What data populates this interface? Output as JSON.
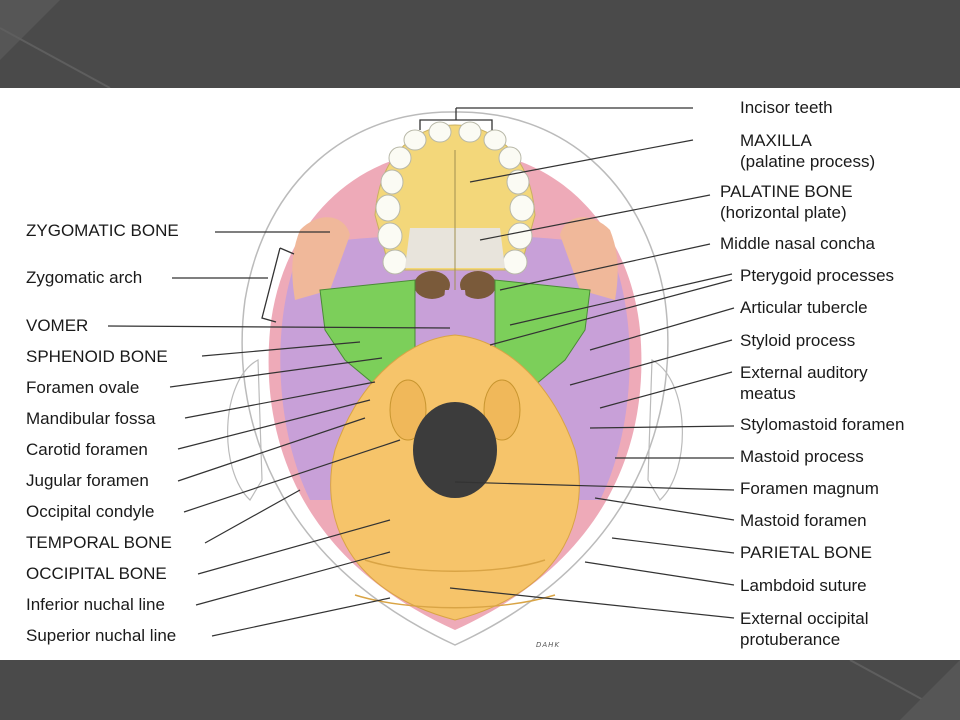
{
  "labels_left": [
    {
      "id": "zygomatic-bone",
      "text": "ZYGOMATIC BONE"
    },
    {
      "id": "zygomatic-arch",
      "text": "Zygomatic arch"
    },
    {
      "id": "vomer",
      "text": "VOMER"
    },
    {
      "id": "sphenoid-bone",
      "text": "SPHENOID BONE"
    },
    {
      "id": "foramen-ovale",
      "text": "Foramen ovale"
    },
    {
      "id": "mandibular-fossa",
      "text": "Mandibular fossa"
    },
    {
      "id": "carotid-foramen",
      "text": "Carotid foramen"
    },
    {
      "id": "jugular-foramen",
      "text": "Jugular foramen"
    },
    {
      "id": "occipital-condyle",
      "text": "Occipital condyle"
    },
    {
      "id": "temporal-bone",
      "text": "TEMPORAL BONE"
    },
    {
      "id": "occipital-bone",
      "text": "OCCIPITAL BONE"
    },
    {
      "id": "inferior-nuchal-line",
      "text": "Inferior nuchal line"
    },
    {
      "id": "superior-nuchal-line",
      "text": "Superior nuchal line"
    }
  ],
  "labels_right": [
    {
      "id": "incisor-teeth",
      "text": "Incisor teeth",
      "sub": ""
    },
    {
      "id": "maxilla",
      "text": "MAXILLA",
      "sub": "(palatine process)"
    },
    {
      "id": "palatine-bone",
      "text": "PALATINE BONE",
      "sub": "(horizontal plate)"
    },
    {
      "id": "middle-nasal-concha",
      "text": "Middle nasal concha",
      "sub": ""
    },
    {
      "id": "pterygoid-processes",
      "text": "Pterygoid processes",
      "sub": ""
    },
    {
      "id": "articular-tubercle",
      "text": "Articular tubercle",
      "sub": ""
    },
    {
      "id": "styloid-process",
      "text": "Styloid process",
      "sub": ""
    },
    {
      "id": "external-auditory-meatus",
      "text": "External auditory",
      "sub": "meatus"
    },
    {
      "id": "stylomastoid-foramen",
      "text": "Stylomastoid foramen",
      "sub": ""
    },
    {
      "id": "mastoid-process",
      "text": "Mastoid process",
      "sub": ""
    },
    {
      "id": "foramen-magnum",
      "text": "Foramen magnum",
      "sub": ""
    },
    {
      "id": "mastoid-foramen",
      "text": "Mastoid foramen",
      "sub": ""
    },
    {
      "id": "parietal-bone",
      "text": "PARIETAL BONE",
      "sub": ""
    },
    {
      "id": "lambdoid-suture",
      "text": "Lambdoid suture",
      "sub": ""
    },
    {
      "id": "external-occipital-protuberance",
      "text": "External occipital",
      "sub": "protuberance"
    }
  ],
  "credit": "DAHK",
  "colors": {
    "frame": "#4a4a4a",
    "maxilla": "#f3d77a",
    "palatine": "#e8e4dc",
    "zygomatic": "#f0b89a",
    "sphenoid": "#c8a0d8",
    "pterygoid": "#7ccf5a",
    "occipital": "#f6c46a",
    "parietal": "#eeaab8",
    "foramen": "#3c3c3c"
  }
}
